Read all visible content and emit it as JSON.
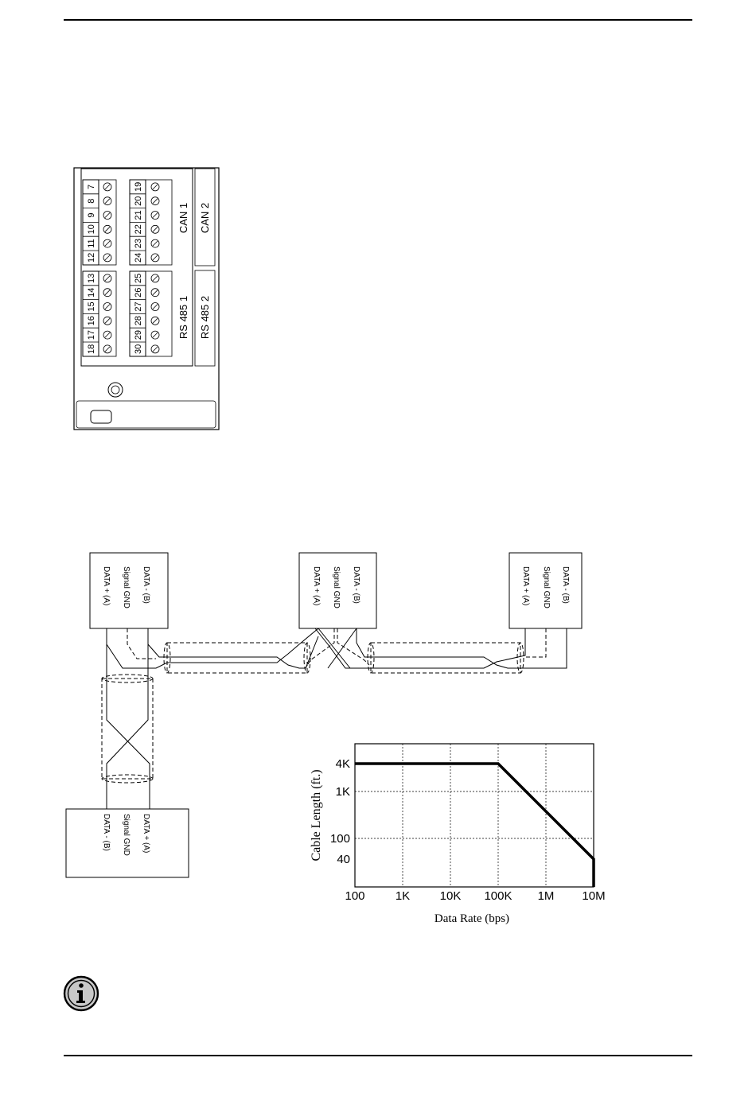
{
  "module": {
    "terminal_rows": [
      {
        "labels": [
          "7",
          "8",
          "9",
          "10",
          "11",
          "12"
        ],
        "connector_label": "CAN 1"
      },
      {
        "labels": [
          "19",
          "20",
          "21",
          "22",
          "23",
          "24"
        ],
        "connector_label": "CAN 2"
      },
      {
        "labels": [
          "13",
          "14",
          "15",
          "16",
          "17",
          "18"
        ],
        "connector_label": "RS 485 1"
      },
      {
        "labels": [
          "25",
          "26",
          "27",
          "28",
          "29",
          "30"
        ],
        "connector_label": "RS 485 2"
      }
    ]
  },
  "wiring": {
    "nodes": [
      {
        "pins": [
          "DATA - (B)",
          "Signal GND",
          "DATA + (A)"
        ]
      },
      {
        "pins": [
          "DATA - (B)",
          "Signal GND",
          "DATA + (A)"
        ]
      },
      {
        "pins": [
          "DATA - (B)",
          "Signal GND",
          "DATA + (A)"
        ]
      },
      {
        "pins": [
          "DATA + (A)",
          "Signal GND",
          "DATA - (B)"
        ]
      }
    ]
  },
  "chart_data": {
    "type": "line",
    "xlabel": "Data Rate (bps)",
    "ylabel": "Cable Length (ft.)",
    "x_scale": "log",
    "x_ticks": [
      "100",
      "1K",
      "10K",
      "100K",
      "1M",
      "10M"
    ],
    "y_ticks": [
      "4K",
      "1K",
      "100",
      "40"
    ],
    "grid": true,
    "series": [
      {
        "x": [
          100,
          100000,
          10000000,
          10000000
        ],
        "y": [
          4000,
          4000,
          40,
          0
        ]
      }
    ]
  },
  "colors": {
    "line": "#000000",
    "grid": "#000000",
    "icon_fill": "#c8c8c8"
  }
}
